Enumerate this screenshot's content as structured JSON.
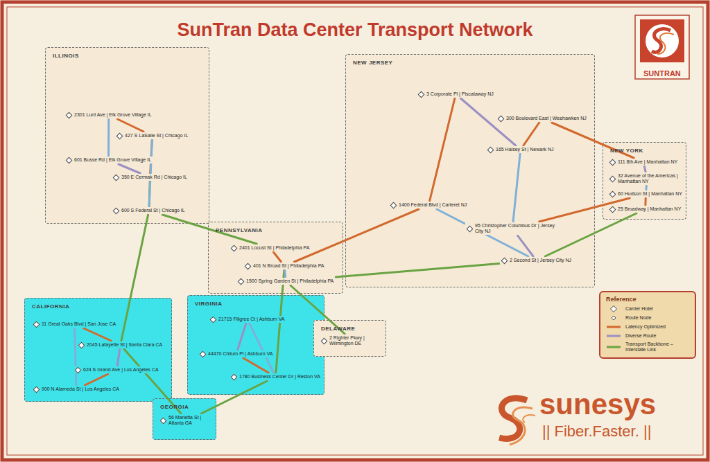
{
  "diagram": {
    "title": "SunTran Data Center Transport Network",
    "nodes": [
      {
        "text": [
          "ILLINOIS"
        ]
      },
      {
        "text": [
          "2301 Lunt Ave | Elk Grove Village IL"
        ],
        "in": 0
      },
      {
        "text": [
          "601 Busse Rd | Elk Grove Village IL"
        ],
        "in": 0
      },
      {
        "text": [
          "350 E Cermak Rd | Chicago IL"
        ],
        "in": 0
      },
      {
        "text": [
          "427 S LaSalle St | Chicago IL"
        ],
        "in": 0
      },
      {
        "text": [
          "600 S Federal St | Chicago IL"
        ],
        "in": 0
      },
      {
        "text": [
          "NEW JERSEY"
        ]
      },
      {
        "text": [
          "3 Corporate Pl | Piscataway NJ"
        ],
        "in": 6
      },
      {
        "text": [
          "300 Boulevard East | Weehawken NJ"
        ],
        "in": 6
      },
      {
        "text": [
          "165 Halsey St | Newark NJ"
        ],
        "in": 6
      },
      {
        "text": [
          "1400 Federal Blvd | Carteret NJ"
        ],
        "in": 6
      },
      {
        "text": [
          "95 Christopher Columbus Dr | Jersey City NJ"
        ],
        "in": 6
      },
      {
        "text": [
          "2 Second St | Jersey City NJ"
        ],
        "in": 6
      },
      {
        "text": [
          "NEW YORK"
        ]
      },
      {
        "text": [
          "111 8th Ave | Manhattan NY"
        ],
        "in": 13
      },
      {
        "text": [
          "32 Avenue of the Americas | Manhattan NY"
        ],
        "in": 13
      },
      {
        "text": [
          "60 Hudson St | Manhattan NY"
        ],
        "in": 13
      },
      {
        "text": [
          "25 Broadway | Manhattan NY"
        ],
        "in": 13
      },
      {
        "text": [
          "PENNSYLVANIA"
        ]
      },
      {
        "text": [
          "2401 Locust St | Philadelphia PA"
        ],
        "in": 18
      },
      {
        "text": [
          "401 N Broad St | Philadelphia PA"
        ],
        "in": 18
      },
      {
        "text": [
          "1500 Spring Garden St | Philadelphia PA"
        ],
        "in": 18
      },
      {
        "text": [
          "CALIFORNIA"
        ]
      },
      {
        "text": [
          "11 Great Oaks Blvd | San Jose CA"
        ],
        "in": 22
      },
      {
        "text": [
          "2045 Lafayette St | Santa Clara CA"
        ],
        "in": 22
      },
      {
        "text": [
          "624 S Grand Ave | Los Angeles CA"
        ],
        "in": 22
      },
      {
        "text": [
          "900 N Alameda St | Los Angeles CA"
        ],
        "in": 22
      },
      {
        "text": [
          "VIRGINIA"
        ]
      },
      {
        "text": [
          "21715 Filigree Ct | Ashburn VA"
        ],
        "in": 27
      },
      {
        "text": [
          "44470 Chilum Pl | Ashburn VA"
        ],
        "in": 27
      },
      {
        "text": [
          "1780 Business Center Dr | Reston VA"
        ],
        "in": 27
      },
      {
        "text": [
          "DELAWARE"
        ]
      },
      {
        "text": [
          "2 Righter Pkwy | Wilmington DE"
        ],
        "in": 31
      },
      {
        "text": [
          "GEORGIA"
        ]
      },
      {
        "text": [
          "56 Marietta St | Atlanta GA"
        ],
        "in": 33
      },
      {
        "text": [
          "Reference"
        ]
      }
    ],
    "edges": [
      {
        "from": 1,
        "to": 2,
        "arrow": "none"
      },
      {
        "from": 1,
        "to": 4,
        "arrow": "none"
      },
      {
        "from": 2,
        "to": 3,
        "arrow": "none"
      },
      {
        "from": 4,
        "to": 3,
        "arrow": "none"
      },
      {
        "from": 3,
        "to": 5,
        "arrow": "none"
      },
      {
        "from": 4,
        "to": 5,
        "arrow": "none"
      },
      {
        "from": 5,
        "to": 19,
        "arrow": "none"
      },
      {
        "from": 5,
        "to": 24,
        "arrow": "none"
      },
      {
        "from": 23,
        "to": 24,
        "arrow": "none"
      },
      {
        "from": 24,
        "to": 25,
        "arrow": "none"
      },
      {
        "from": 23,
        "to": 26,
        "arrow": "none"
      },
      {
        "from": 25,
        "to": 26,
        "arrow": "none"
      },
      {
        "from": 24,
        "to": 34,
        "arrow": "none"
      },
      {
        "from": 34,
        "to": 30,
        "arrow": "none"
      },
      {
        "from": 28,
        "to": 30,
        "arrow": "none"
      },
      {
        "from": 28,
        "to": 29,
        "arrow": "none"
      },
      {
        "from": 29,
        "to": 30,
        "arrow": "none"
      },
      {
        "from": 30,
        "to": 20,
        "arrow": "none"
      },
      {
        "from": 19,
        "to": 20,
        "arrow": "none"
      },
      {
        "from": 20,
        "to": 21,
        "arrow": "none"
      },
      {
        "from": 21,
        "to": 32,
        "arrow": "none"
      },
      {
        "from": 20,
        "to": 10,
        "arrow": "none"
      },
      {
        "from": 21,
        "to": 12,
        "arrow": "none"
      },
      {
        "from": 10,
        "to": 7,
        "arrow": "none"
      },
      {
        "from": 7,
        "to": 9,
        "arrow": "none"
      },
      {
        "from": 9,
        "to": 8,
        "arrow": "none"
      },
      {
        "from": 9,
        "to": 11,
        "arrow": "none"
      },
      {
        "from": 11,
        "to": 12,
        "arrow": "none"
      },
      {
        "from": 10,
        "to": 12,
        "arrow": "none"
      },
      {
        "from": 8,
        "to": 14,
        "arrow": "none"
      },
      {
        "from": 11,
        "to": 16,
        "arrow": "none"
      },
      {
        "from": 12,
        "to": 17,
        "arrow": "none"
      },
      {
        "from": 14,
        "to": 15,
        "arrow": "none"
      },
      {
        "from": 15,
        "to": 16,
        "arrow": "none"
      },
      {
        "from": 16,
        "to": 17,
        "arrow": "none"
      }
    ],
    "labels": [
      "SUNTRAN",
      "sunesys",
      "|| Fiber.Faster. ||"
    ],
    "legend": [
      {
        "text": "Carrier Hotel"
      },
      {
        "text": "Route Node"
      },
      {
        "text": "Latency Optimized"
      },
      {
        "text": "Diverse Route"
      },
      {
        "text": "Transport Backbone – Interstate Link"
      }
    ]
  }
}
